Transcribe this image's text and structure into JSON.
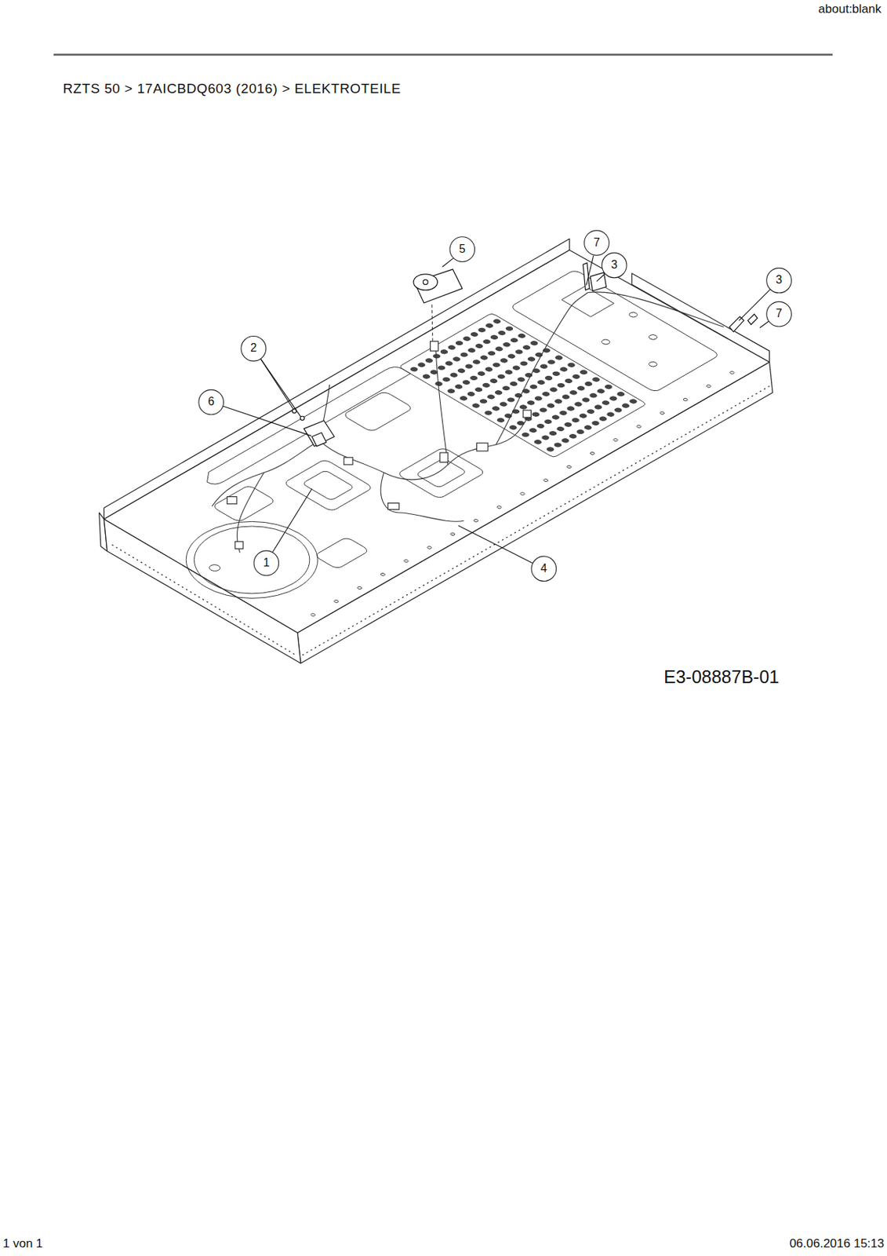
{
  "diagram": {
    "title": "RZTS 50 > 17AICBDQ603 (2016) > ELEKTROTEILE",
    "labels": [
      "about:blank",
      "5",
      "7",
      "3",
      "3",
      "7",
      "2",
      "6",
      "1",
      "4",
      "E3-08887B-01",
      "1 von 1",
      "06.06.2016 15:13"
    ]
  }
}
